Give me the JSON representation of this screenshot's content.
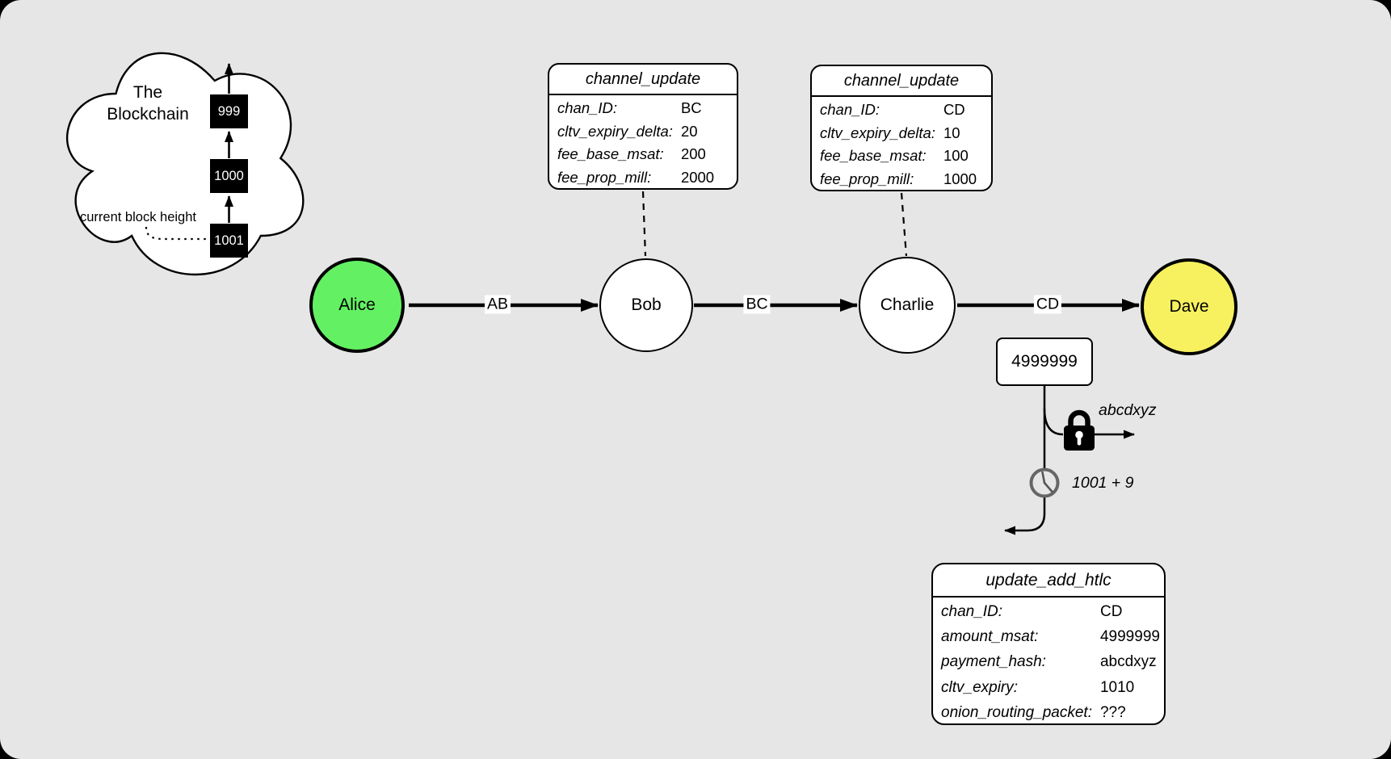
{
  "canvas": {
    "background": "#e6e6e6",
    "frame": "#000000"
  },
  "blockchain": {
    "title": "The Blockchain",
    "current_height_label": "current block height",
    "blocks": [
      {
        "label": "999"
      },
      {
        "label": "1000"
      },
      {
        "label": "1001"
      }
    ]
  },
  "nodes": [
    {
      "label": "Alice",
      "color": "#63f163"
    },
    {
      "label": "Bob",
      "color": "#ffffff"
    },
    {
      "label": "Charlie",
      "color": "#ffffff"
    },
    {
      "label": "Dave",
      "color": "#f7f15f"
    }
  ],
  "channels": [
    {
      "label": "AB"
    },
    {
      "label": "BC"
    },
    {
      "label": "CD"
    }
  ],
  "messages": {
    "channel_update_bc": {
      "title": "channel_update",
      "fields": [
        {
          "label": "chan_ID:",
          "value": "BC"
        },
        {
          "label": "cltv_expiry_delta:",
          "value": "20"
        },
        {
          "label": "fee_base_msat:",
          "value": "200"
        },
        {
          "label": "fee_prop_mill:",
          "value": "2000"
        }
      ]
    },
    "channel_update_cd": {
      "title": "channel_update",
      "fields": [
        {
          "label": "chan_ID:",
          "value": "CD"
        },
        {
          "label": "cltv_expiry_delta:",
          "value": "10"
        },
        {
          "label": "fee_base_msat:",
          "value": "100"
        },
        {
          "label": "fee_prop_mill:",
          "value": "1000"
        }
      ]
    },
    "update_add_htlc": {
      "title": "update_add_htlc",
      "fields": [
        {
          "label": "chan_ID:",
          "value": "CD"
        },
        {
          "label": "amount_msat:",
          "value": "4999999"
        },
        {
          "label": "payment_hash:",
          "value": "abcdxyz"
        },
        {
          "label": "cltv_expiry:",
          "value": "1010"
        },
        {
          "label": "onion_routing_packet:",
          "value": "???"
        }
      ]
    }
  },
  "htlc_flow": {
    "amount": "4999999",
    "payment_hash": "abcdxyz",
    "expiry_formula": "1001 + 9"
  }
}
